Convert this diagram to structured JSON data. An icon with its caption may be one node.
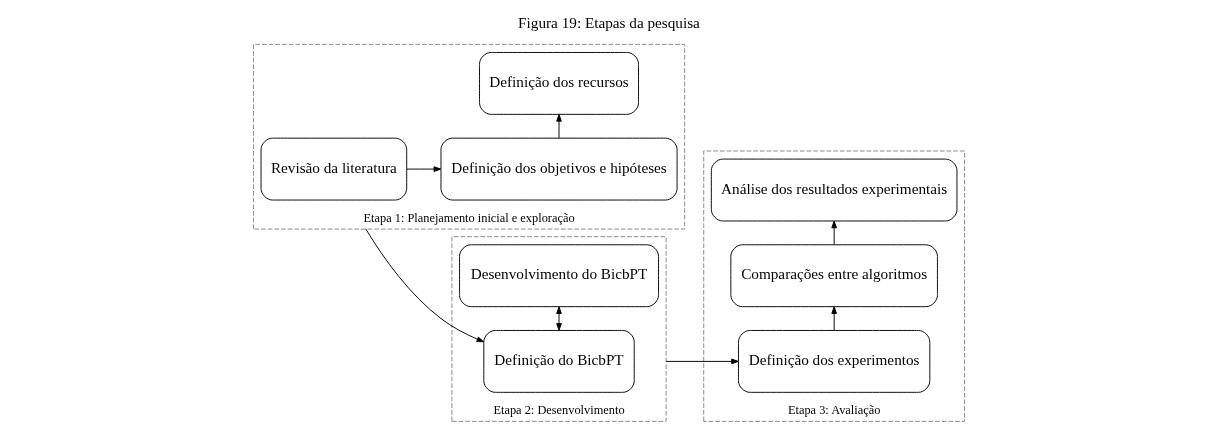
{
  "diagram": {
    "title": "Figura 19: Etapas da pesquisa",
    "nodes": [
      {
        "text": [
          "Etapa 1: Planejamento inicial e exploração"
        ]
      },
      {
        "text": [
          "Revisão da literatura"
        ],
        "in": 0
      },
      {
        "text": [
          "Definição dos objetivos e hipóteses"
        ],
        "in": 0
      },
      {
        "text": [
          "Definição dos recursos"
        ],
        "in": 0
      },
      {
        "text": [
          "Etapa 2: Desenvolvimento"
        ]
      },
      {
        "text": [
          "Definição do BicbPT"
        ],
        "in": 4
      },
      {
        "text": [
          "Desenvolvimento do BicbPT"
        ],
        "in": 4
      },
      {
        "text": [
          "Etapa 3: Avaliação"
        ]
      },
      {
        "text": [
          "Definição dos experimentos"
        ],
        "in": 7
      },
      {
        "text": [
          "Comparações entre algoritmos"
        ],
        "in": 7
      },
      {
        "text": [
          "Análise dos resultados experimentais"
        ],
        "in": 7
      }
    ],
    "edges": [
      {
        "from": 1,
        "to": 2,
        "arrow": "to"
      },
      {
        "from": 2,
        "to": 3,
        "arrow": "to"
      },
      {
        "from": 0,
        "to": 5,
        "arrow": "to"
      },
      {
        "from": 5,
        "to": 6,
        "arrow": "both"
      },
      {
        "from": 4,
        "to": 8,
        "arrow": "to"
      },
      {
        "from": 8,
        "to": 9,
        "arrow": "to"
      },
      {
        "from": 9,
        "to": 10,
        "arrow": "to"
      }
    ]
  }
}
